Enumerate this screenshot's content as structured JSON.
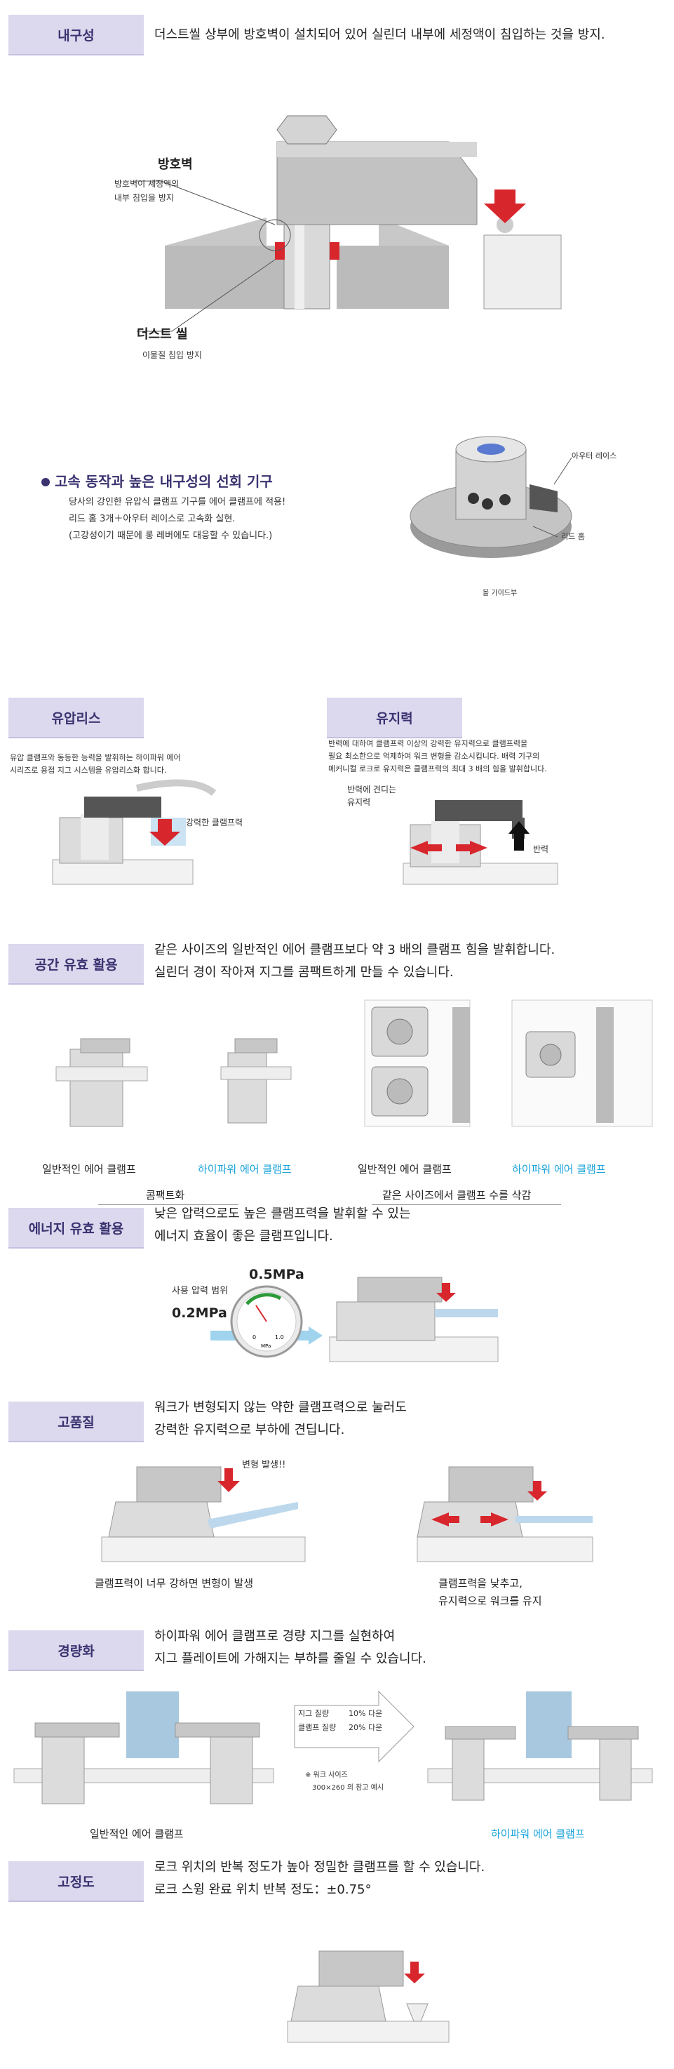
{
  "durability": {
    "tag": "내구성",
    "text": "더스트씰 상부에 방호벽이 설치되어 있어 실린더 내부에 세정액이 침입하는 것을 방지.",
    "wall_title": "방호벽",
    "wall_desc1": "방호벽이 세정액의",
    "wall_desc2": "내부 침입을 방지",
    "seal_title": "더스트 씰",
    "seal_desc": "이물질 침입 방지"
  },
  "mechanism": {
    "title": "고속 동작과 높은 내구성의 선회 기구",
    "line1": "당사의 강인한 유압식 클램프 기구를 에어 클램프에 적용!",
    "line2": "리드 홈 3개＋아우터 레이스로 고속화 실현.",
    "line3": "(고강성이기 때문에 롱 레버에도 대응할 수 있습니다.)",
    "label_outer": "아우터 레이스",
    "label_lead": "리드 홈",
    "label_ball": "볼 가이드부"
  },
  "hydraulic_less": {
    "tag": "유압리스",
    "line1": "유압 클램프와 동등한 능력을 발휘하는 하이파워 에어",
    "line2": "시리즈로 용접 지그 시스템을 유압리스화 합니다.",
    "label": "강력한 클램프력"
  },
  "holding": {
    "tag": "유지력",
    "line1": "반력에 대하여 클램프력 이상의 강력한 유지력으로 클램프력을",
    "line2": "필요 최소한으로 억제하여 워크 변형을 감소시킵니다. 배력 기구의",
    "line3": "메커니컬 로크로 유지력은 클램프력의 최대 3 배의 힘을 발휘합니다.",
    "label1": "반력에 견디는",
    "label2": "유지력",
    "label3": "반력"
  },
  "space": {
    "tag": "공간 유효 활용",
    "line1": "같은 사이즈의 일반적인 에어 클램프보다 약 3 배의 클램프 힘을 발휘합니다.",
    "line2": "실린더 경이 작아져 지그를 콤팩트하게 만들 수 있습니다.",
    "cap1": "일반적인 에어 클램프",
    "cap2": "하이파워 에어 클램프",
    "cap3": "일반적인 에어 클램프",
    "cap4": "하이파워 에어 클램프",
    "group1": "콤팩트화",
    "group2": "같은 사이즈에서 클램프 수를 삭감"
  },
  "energy": {
    "tag": "에너지 유효 활용",
    "line1": "낮은 압력으로도 높은 클램프력을 발휘할 수 있는",
    "line2": "에너지 효율이 좋은 클램프입니다.",
    "range_label": "사용 압력 범위",
    "high": "0.5MPa",
    "low": "0.2MPa",
    "gauge_min": "0",
    "gauge_max": "1.0",
    "gauge_unit": "MPa"
  },
  "quality": {
    "tag": "고품질",
    "line1": "워크가 변형되지 않는 약한 클램프력으로 눌러도",
    "line2": "강력한 유지력으로 부하에 견딥니다.",
    "deform": "변형 발생!!",
    "cap1": "클램프력이 너무 강하면 변형이 발생",
    "cap2a": "클램프력을 낮추고,",
    "cap2b": "유지력으로 워크를 유지"
  },
  "light": {
    "tag": "경량화",
    "line1": "하이파워 에어 클램프로 경량 지그를 실현하여",
    "line2": "지그 플레이트에 가해지는 부하를 줄일 수 있습니다.",
    "arrow_l1a": "지그 질량",
    "arrow_l1b": "10% 다운",
    "arrow_l2a": "클램프 질량",
    "arrow_l2b": "20% 다운",
    "note1": "※ 워크 사이즈",
    "note2": "300×260 의 참고 예시",
    "cap1": "일반적인 에어 클램프",
    "cap2": "하이파워 에어 클램프"
  },
  "precision": {
    "tag": "고정도",
    "line1": "로크 위치의 반복 정도가 높아 정밀한 클램프를 할 수 있습니다.",
    "line2": "로크 스윙 완료 위치 반복 정도：±0.75°"
  },
  "colors": {
    "accent": "#dcd8ee",
    "red": "#d8262d",
    "blue": "#1aa3d9",
    "metal": "#c9c9c9"
  }
}
